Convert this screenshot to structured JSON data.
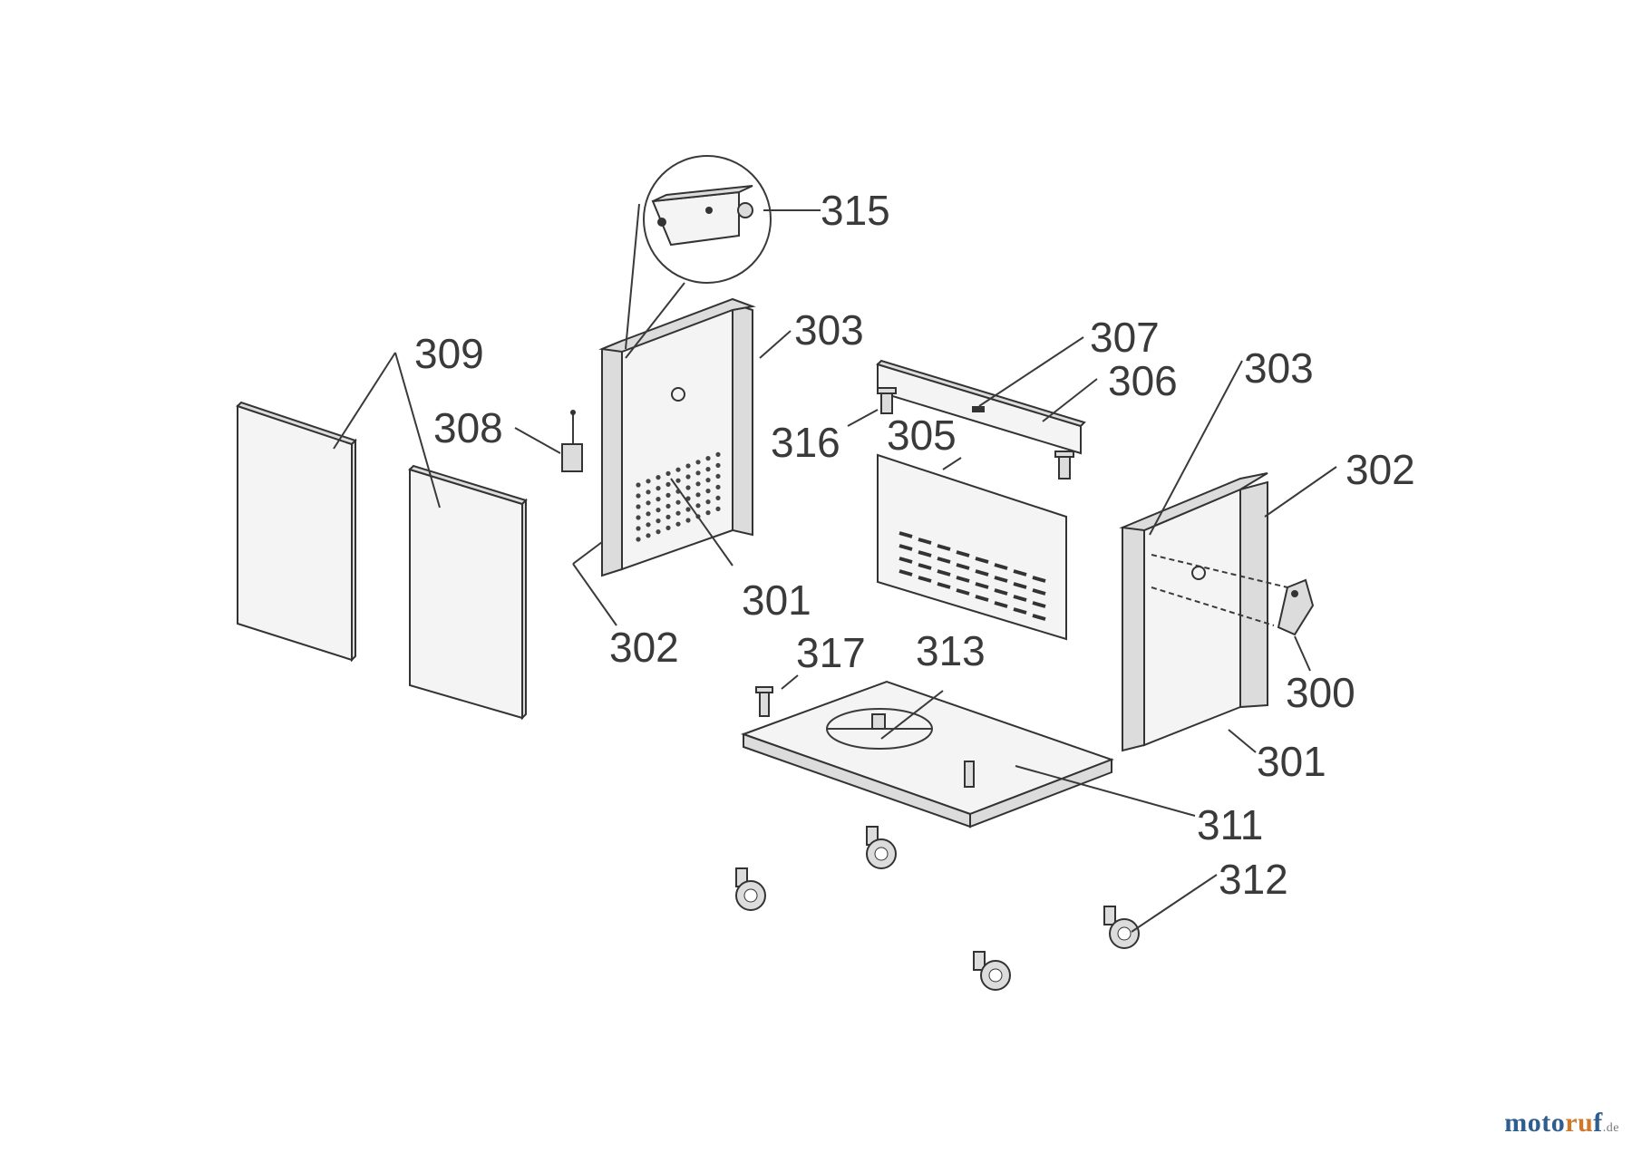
{
  "labels": {
    "p300": "300",
    "p301a": "301",
    "p301b": "301",
    "p302a": "302",
    "p302b": "302",
    "p303a": "303",
    "p303b": "303",
    "p305": "305",
    "p306": "306",
    "p307": "307",
    "p308": "308",
    "p309": "309",
    "p311": "311",
    "p312": "312",
    "p313": "313",
    "p315": "315",
    "p316": "316",
    "p317": "317"
  },
  "watermark": {
    "part1": "moto",
    "part2": "ru",
    "part3": "f",
    "suffix": ".de"
  }
}
